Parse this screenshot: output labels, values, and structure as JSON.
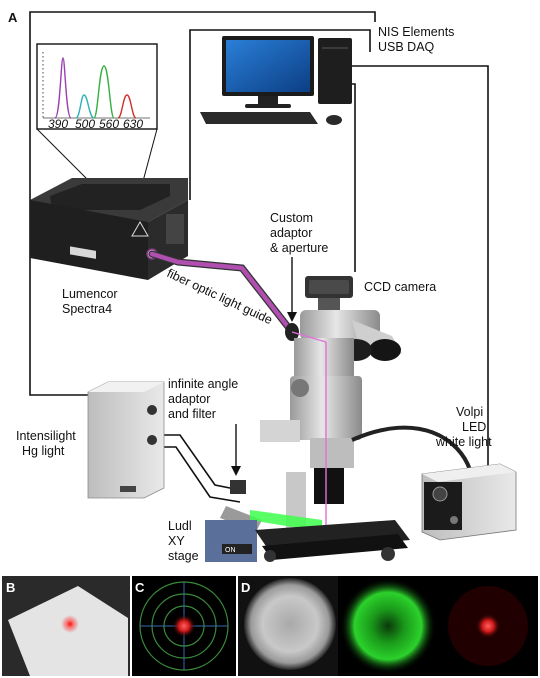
{
  "panels": {
    "a": "A",
    "b": "B",
    "c": "C",
    "d": "D"
  },
  "labels": {
    "nis_line1": "NIS Elements",
    "nis_line2": "USB DAQ",
    "adaptor_line1": "Custom",
    "adaptor_line2": "adaptor",
    "adaptor_line3": "& aperture",
    "fiber": "fiber optic light guide",
    "ccd": "CCD camera",
    "lumencor_line1": "Lumencor",
    "lumencor_line2": "Spectra4",
    "infinite_line1": "infinite angle",
    "infinite_line2": "adaptor",
    "infinite_line3": "and filter",
    "intensilight_line1": "Intensilight",
    "intensilight_line2": "Hg light",
    "volpi_line1": "Volpi",
    "volpi_line2": "LED",
    "volpi_line3": "white light",
    "ludl_line1": "Ludl",
    "ludl_line2": "XY",
    "ludl_line3": "stage",
    "switch_on": "ON"
  },
  "spectrum": {
    "wavelengths": [
      "390",
      "500",
      "560",
      "630"
    ],
    "colors": [
      "#9b3fb0",
      "#2fb0b8",
      "#33b040",
      "#d2302a"
    ]
  },
  "colors": {
    "fiber": "#b04fb0",
    "laser_green": "#3dff4a",
    "laser_red": "#ff2a2a",
    "beam": "#e070d8"
  }
}
